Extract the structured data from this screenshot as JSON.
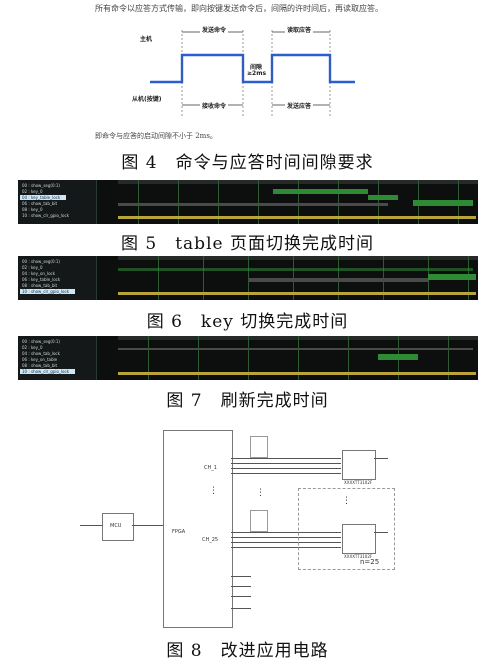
{
  "top_text": "所有命令以应答方式传输，即向按键发送命令后，间隔的许时间后，再读取应答。",
  "timing": {
    "host_label": "主机",
    "send_cmd": "发送命令",
    "read_resp": "读取应答",
    "gap_label": "间隙",
    "gap_value": "≥2ms",
    "slave_label": "从机(按键)",
    "recv_cmd": "接收命令",
    "send_resp": "发送应答",
    "note": "即命令与应答的启动间隙不小于 2ms。"
  },
  "captions": {
    "fig4": "图 4　命令与应答时间间隙要求",
    "fig5": "图 5　table 页面切换完成时间",
    "fig6": "图 6　key 切换完成时间",
    "fig7": "图 7　刷新完成时间",
    "fig8": "图 8　改进应用电路"
  },
  "captures": {
    "fig5_signals": [
      "00 : show_seg(0:1)",
      "02 : key_0",
      "04 : key_table_lock",
      "06 : show_tab_bit",
      "08 : key_0",
      "10 : show_clr_gpio_lock"
    ],
    "fig6_signals": [
      "00 : show_seg(0:1)",
      "02 : key_0",
      "04 : key_on_lock",
      "06 : key_table_lock",
      "08 : show_tab_bit",
      "10 : show_clr_gpio_lock"
    ],
    "fig7_signals": [
      "00 : show_seg(0:1)",
      "02 : key_0",
      "04 : show_tab_lock",
      "06 : key_on_table",
      "08 : show_tab_bit",
      "10 : show_clr_gpio_lock"
    ]
  },
  "circuit": {
    "mcu_label": "MCU",
    "fpga_label": "FPGA",
    "ch1_label": "CH_1",
    "ch25_label": "CH_25",
    "n_label": "n=25",
    "chip_label": "XXXXTT3102F"
  }
}
